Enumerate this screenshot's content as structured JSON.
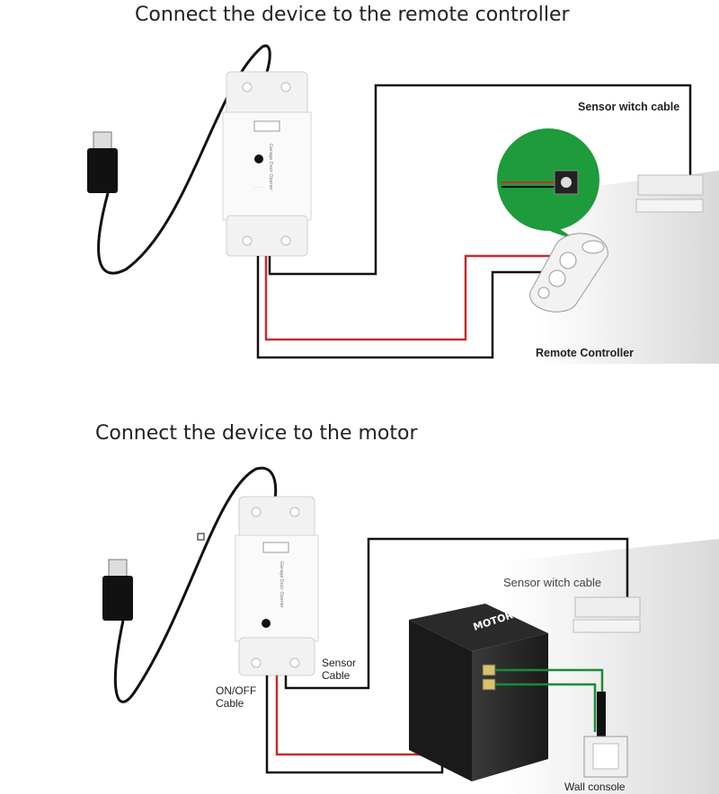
{
  "sections": [
    {
      "title": "Connect the device to the remote controller",
      "labels": {
        "sensor": "Sensor witch cable",
        "remote": "Remote Controller"
      }
    },
    {
      "title": "Connect the device to the motor",
      "labels": {
        "sensor": "Sensor witch cable",
        "sensor_short": "Sensor\nCable",
        "onoff": "ON/OFF\nCable",
        "console": "Wall console"
      }
    }
  ],
  "labels": {
    "motor": "MOTOR"
  },
  "colors": {
    "wire_black": "#111111",
    "wire_red": "#cc2a2a",
    "wire_green": "#1e8a35",
    "bubble_green": "#1e9b3a"
  },
  "icons": [
    "usb-plug-icon",
    "remote-controller-icon",
    "motor-box-icon",
    "wall-console-icon",
    "sensor-switch-icon"
  ]
}
